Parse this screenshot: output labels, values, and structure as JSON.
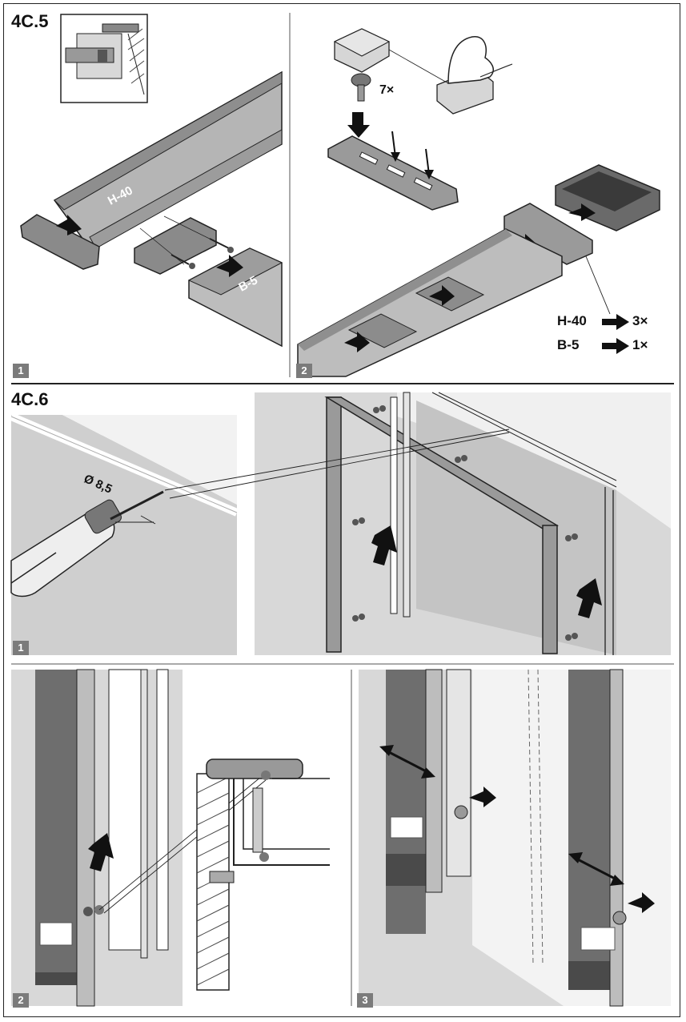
{
  "sections": {
    "s1": {
      "title": "4C.5"
    },
    "s2": {
      "title": "4C.6"
    }
  },
  "steps": {
    "a1": "1",
    "a2": "2",
    "b1": "1",
    "b2": "2",
    "b3": "3"
  },
  "labels": {
    "rail_h40": "H-40",
    "rail_b5": "B-5",
    "bolt_count": "7×",
    "qty_h40_name": "H-40",
    "qty_h40_count": "3×",
    "qty_b5_name": "B-5",
    "qty_b5_count": "1×",
    "drill_diameter": "Ø 8,5"
  },
  "colors": {
    "panel_gray": "#c9c9c9",
    "dark_gray": "#6f6f6f",
    "mid_gray": "#9a9a9a",
    "line": "#222222"
  }
}
